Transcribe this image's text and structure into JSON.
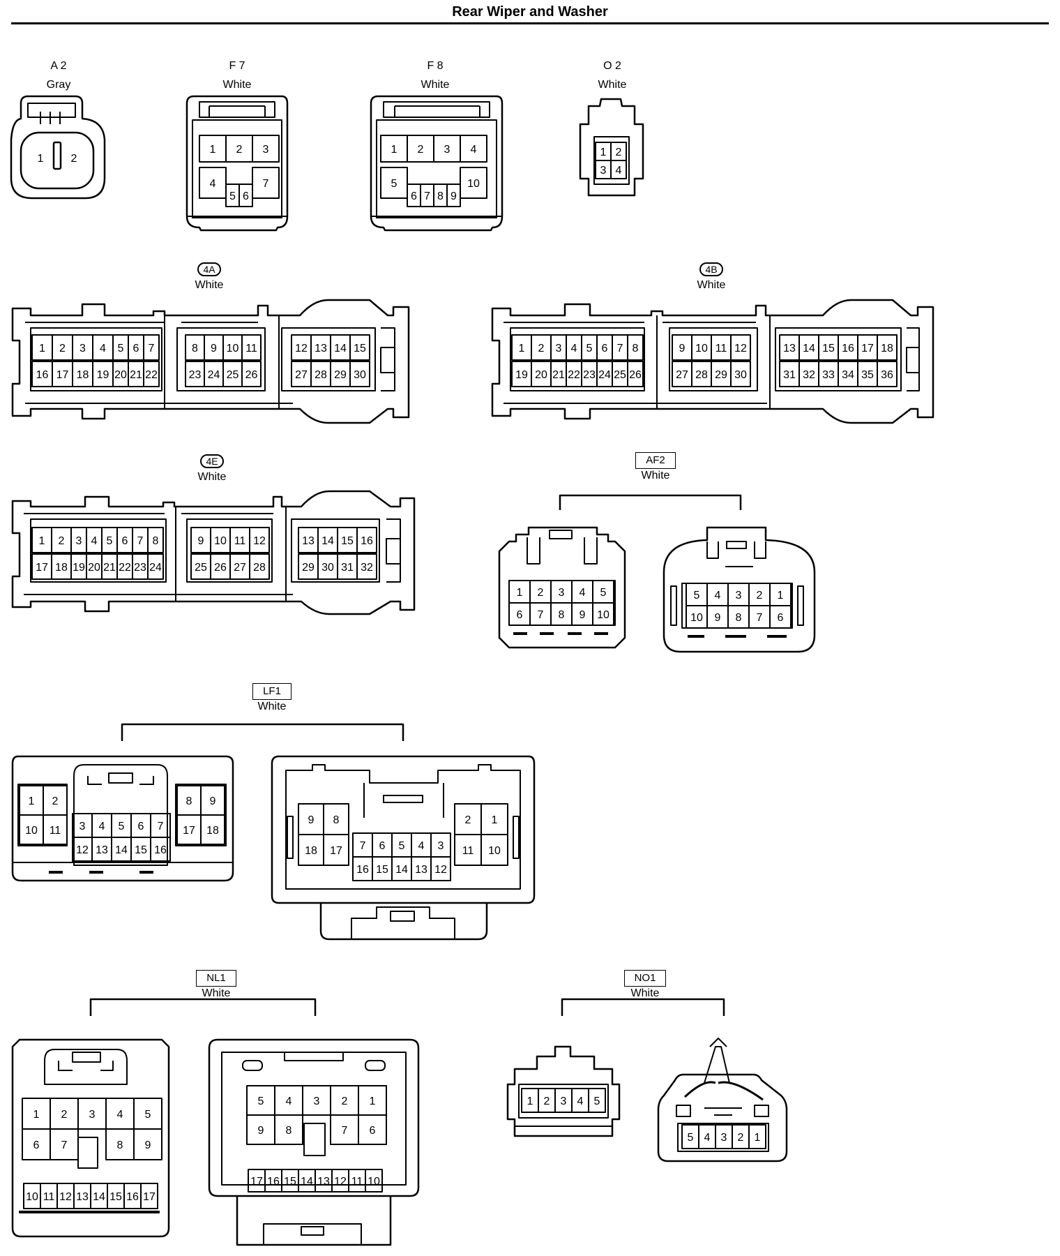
{
  "title": "Rear Wiper and Washer",
  "connectors": [
    {
      "id": "A 2",
      "color": "Gray",
      "pins": [
        "1",
        "2"
      ]
    },
    {
      "id": "F 7",
      "color": "White",
      "pins": [
        "1",
        "2",
        "3",
        "4",
        "7",
        "5",
        "6"
      ]
    },
    {
      "id": "F 8",
      "color": "White",
      "pins": [
        "1",
        "2",
        "3",
        "4",
        "5",
        "10",
        "6",
        "7",
        "8",
        "9"
      ]
    },
    {
      "id": "O 2",
      "color": "White",
      "pins": [
        "1",
        "2",
        "3",
        "4"
      ]
    },
    {
      "id": "4A",
      "color": "White",
      "pins": [
        "1",
        "2",
        "3",
        "4",
        "5",
        "6",
        "7",
        "16",
        "17",
        "18",
        "19",
        "20",
        "21",
        "22",
        "8",
        "9",
        "10",
        "11",
        "23",
        "24",
        "25",
        "26",
        "12",
        "13",
        "14",
        "15",
        "27",
        "28",
        "29",
        "30"
      ]
    },
    {
      "id": "4B",
      "color": "White",
      "pins": [
        "1",
        "2",
        "3",
        "4",
        "5",
        "6",
        "7",
        "8",
        "19",
        "20",
        "21",
        "22",
        "23",
        "24",
        "25",
        "26",
        "9",
        "10",
        "11",
        "12",
        "27",
        "28",
        "29",
        "30",
        "13",
        "14",
        "15",
        "16",
        "17",
        "18",
        "31",
        "32",
        "33",
        "34",
        "35",
        "36"
      ]
    },
    {
      "id": "4E",
      "color": "White",
      "pins": [
        "1",
        "2",
        "3",
        "4",
        "5",
        "6",
        "7",
        "8",
        "17",
        "18",
        "19",
        "20",
        "21",
        "22",
        "23",
        "24",
        "9",
        "10",
        "11",
        "12",
        "25",
        "26",
        "27",
        "28",
        "13",
        "14",
        "15",
        "16",
        "29",
        "30",
        "31",
        "32"
      ]
    },
    {
      "id": "AF2",
      "color": "White",
      "pins_left": [
        "1",
        "2",
        "3",
        "4",
        "5",
        "6",
        "7",
        "8",
        "9",
        "10"
      ],
      "pins_right": [
        "5",
        "4",
        "3",
        "2",
        "1",
        "10",
        "9",
        "8",
        "7",
        "6"
      ]
    },
    {
      "id": "LF1",
      "color": "White",
      "pins_left": [
        "1",
        "2",
        "10",
        "11",
        "3",
        "4",
        "5",
        "6",
        "7",
        "12",
        "13",
        "14",
        "15",
        "16",
        "8",
        "9",
        "17",
        "18"
      ],
      "pins_right": [
        "9",
        "8",
        "18",
        "17",
        "7",
        "6",
        "5",
        "4",
        "3",
        "16",
        "15",
        "14",
        "13",
        "12",
        "2",
        "1",
        "11",
        "10"
      ]
    },
    {
      "id": "NL1",
      "color": "White",
      "pins_left": [
        "1",
        "2",
        "3",
        "4",
        "5",
        "6",
        "7",
        "8",
        "9",
        "10",
        "11",
        "12",
        "13",
        "14",
        "15",
        "16",
        "17"
      ],
      "pins_right": [
        "5",
        "4",
        "3",
        "2",
        "1",
        "9",
        "8",
        "7",
        "6",
        "17",
        "16",
        "15",
        "14",
        "13",
        "12",
        "11",
        "10"
      ]
    },
    {
      "id": "NO1",
      "color": "White",
      "pins_left": [
        "1",
        "2",
        "3",
        "4",
        "5"
      ],
      "pins_right": [
        "5",
        "4",
        "3",
        "2",
        "1"
      ]
    }
  ]
}
